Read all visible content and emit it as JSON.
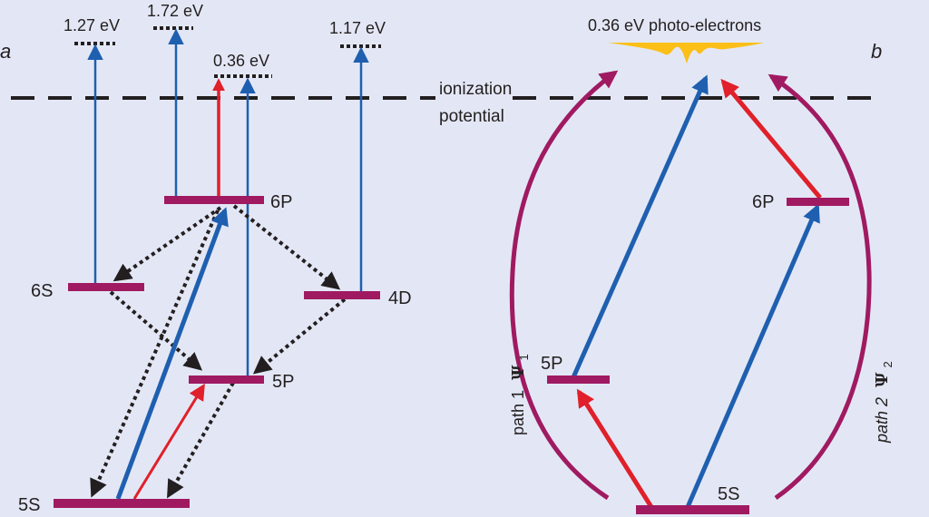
{
  "colors": {
    "background": "#e3e7f5",
    "level": "#a01a62",
    "blue": "#1f5fb0",
    "red": "#e0202a",
    "path": "#a01a62",
    "dotted": "#231f20",
    "photoelectrons": "#fbbf17",
    "text": "#231f20"
  },
  "panel_a": {
    "label": "a",
    "ionization_label_line1": "ionization",
    "ionization_label_line2": "potential",
    "energies": {
      "e127": "1.27 eV",
      "e172": "1.72 eV",
      "e036": "0.36 eV",
      "e117": "1.17 eV"
    },
    "levels": {
      "l6P": "6P",
      "l6S": "6S",
      "l4D": "4D",
      "l5P": "5P",
      "l5S": "5S"
    }
  },
  "panel_b": {
    "label": "b",
    "photoelectrons_label": "0.36 eV photo-electrons",
    "levels": {
      "l6P": "6P",
      "l5P": "5P",
      "l5S": "5S"
    },
    "path1_text": "path 1",
    "path1_psi": "Ψ",
    "path1_sub": "1",
    "path2_text": "path 2",
    "path2_psi": "Ψ",
    "path2_sub": "2"
  }
}
